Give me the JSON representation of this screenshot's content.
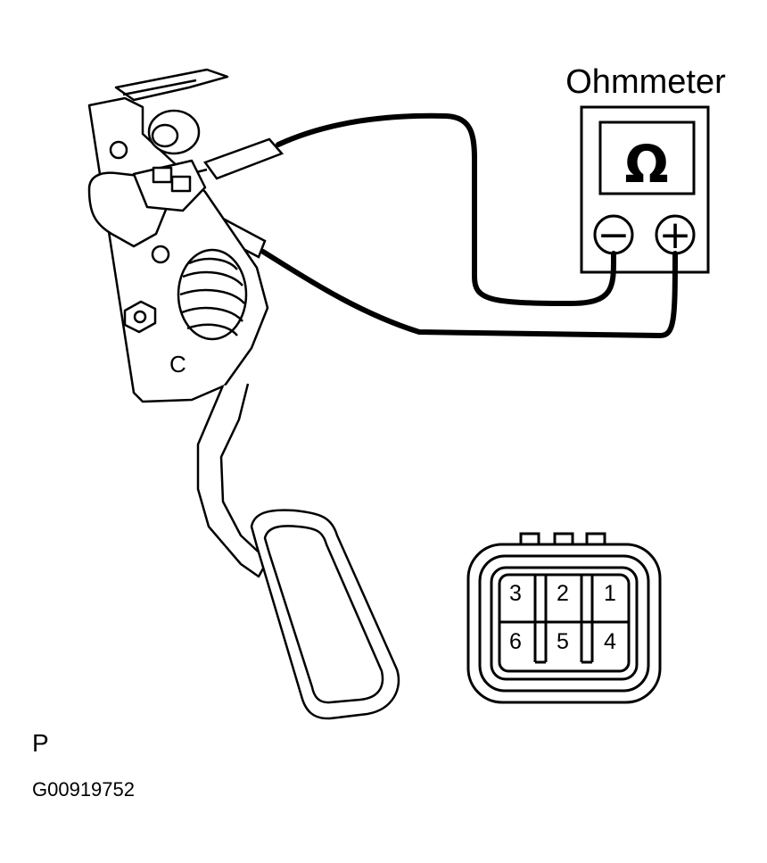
{
  "meter": {
    "title": "Ohmmeter",
    "display_symbol": "Ω",
    "negative_symbol": "−",
    "positive_symbol": "+"
  },
  "connector": {
    "pins_top": [
      "3",
      "2",
      "1"
    ],
    "pins_bottom": [
      "6",
      "5",
      "4"
    ]
  },
  "part_label": "C",
  "corner_label": "P",
  "figure_code": "G00919752",
  "icons": {
    "meter": "ohmmeter-icon",
    "pedal": "accelerator-pedal-icon",
    "sensor": "pedal-position-sensor-icon",
    "connector": "six-pin-connector-icon"
  }
}
